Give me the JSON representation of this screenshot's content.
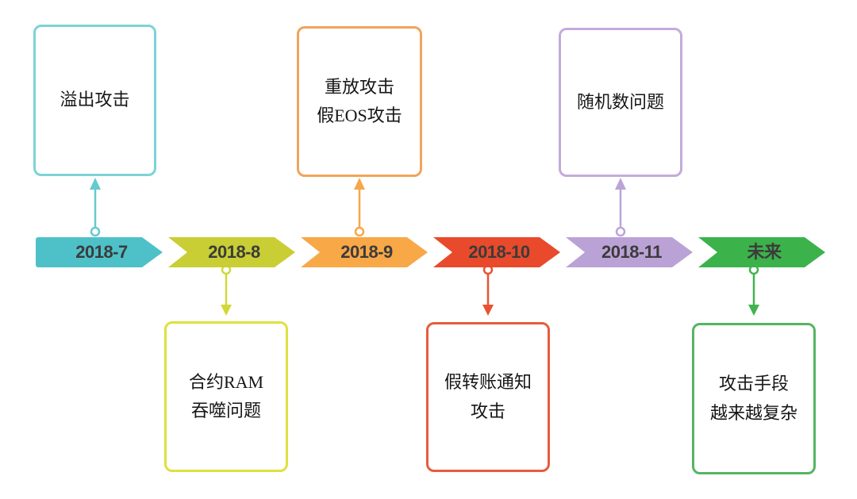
{
  "diagram": {
    "background_color": "#ffffff",
    "date_text_color": "#3b3b3b",
    "event_text_color": "#161616",
    "columns": [
      {
        "date": "2018-7",
        "event": "溢出攻击",
        "event_position": "top",
        "arrow_color": "#4ec1c8",
        "box_border_color": "#7cd3d7",
        "connector_color": "#66cacf"
      },
      {
        "date": "2018-8",
        "event": "合约RAM\n吞噬问题",
        "event_position": "bottom",
        "arrow_color": "#c8ce34",
        "box_border_color": "#dee140",
        "connector_color": "#d1d83a"
      },
      {
        "date": "2018-9",
        "event": "重放攻击\n假EOS攻击",
        "event_position": "top",
        "arrow_color": "#f8a847",
        "box_border_color": "#f0a45b",
        "connector_color": "#f5a74a"
      },
      {
        "date": "2018-10",
        "event": "假转账通知\n攻击",
        "event_position": "bottom",
        "arrow_color": "#e84a2b",
        "box_border_color": "#e75c3b",
        "connector_color": "#e95231"
      },
      {
        "date": "2018-11",
        "event": "随机数问题",
        "event_position": "top",
        "arrow_color": "#bba2d6",
        "box_border_color": "#c3abdb",
        "connector_color": "#bda4d8"
      },
      {
        "date": "未来",
        "event": "攻击手段\n越来越复杂",
        "event_position": "bottom",
        "arrow_color": "#3cb24b",
        "box_border_color": "#55b562",
        "connector_color": "#42b351"
      }
    ]
  }
}
